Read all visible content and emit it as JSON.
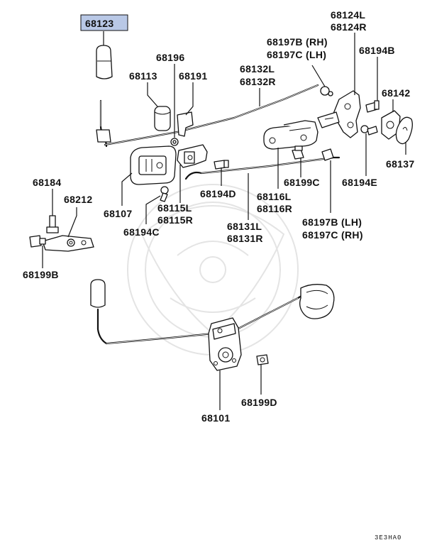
{
  "diagram_code": "3E3HA0",
  "highlighted_part": "68123",
  "labels": {
    "p68123": "68123",
    "p68124L": "68124L",
    "p68124R": "68124R",
    "p68197B_RH": "68197B (RH)",
    "p68197C_LH": "68197C (LH)",
    "p68194B": "68194B",
    "p68196": "68196",
    "p68113": "68113",
    "p68191": "68191",
    "p68132L": "68132L",
    "p68132R": "68132R",
    "p68142": "68142",
    "p68137": "68137",
    "p68184": "68184",
    "p68212": "68212",
    "p68107": "68107",
    "p68115L": "68115L",
    "p68115R": "68115R",
    "p68194C": "68194C",
    "p68194D": "68194D",
    "p68116L": "68116L",
    "p68116R": "68116R",
    "p68199C": "68199C",
    "p68194E": "68194E",
    "p68131L": "68131L",
    "p68131R": "68131R",
    "p68197B_LH": "68197B (LH)",
    "p68197C_RH": "68197C (RH)",
    "p68199B": "68199B",
    "p68199D": "68199D",
    "p68101": "68101"
  }
}
